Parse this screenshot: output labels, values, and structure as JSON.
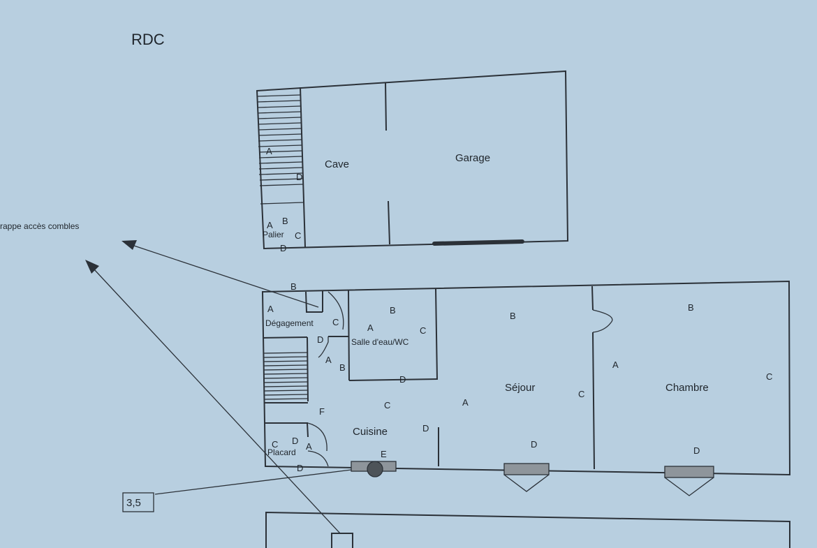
{
  "title": "RDC",
  "annotation_trappe": "rappe accès combles",
  "annotation_box": "3,5",
  "rooms": {
    "cave": "Cave",
    "garage": "Garage",
    "palier": "Palier",
    "degagement": "Dégagement",
    "salle_eau": "Salle d'eau/WC",
    "sejour": "Séjour",
    "chambre": "Chambre",
    "cuisine": "Cuisine",
    "placard": "Placard"
  },
  "wall_letters": {
    "stair_a": "A",
    "stair_d": "D",
    "palier_a": "A",
    "palier_b": "B",
    "palier_c": "C",
    "palier_d": "D",
    "top_b": "B",
    "deg_a": "A",
    "deg_c": "C",
    "deg_d": "D",
    "cui_a": "A",
    "cui_b": "B",
    "cui_f": "F",
    "cui_c": "C",
    "cui_d": "D",
    "cui_e": "E",
    "sde_b": "B",
    "sde_a": "A",
    "sde_c": "C",
    "sde_d": "D",
    "sej_b": "B",
    "sej_a": "A",
    "sej_c": "C",
    "sej_d": "D",
    "ch_b": "B",
    "ch_a": "A",
    "ch_c": "C",
    "ch_d": "D",
    "pl_c": "C",
    "pl_d": "D",
    "pl_a": "A",
    "pl_d2": "D"
  },
  "colors": {
    "paper": "#b8cfe0",
    "ink": "#2b3138",
    "fill": "#8e959b"
  }
}
